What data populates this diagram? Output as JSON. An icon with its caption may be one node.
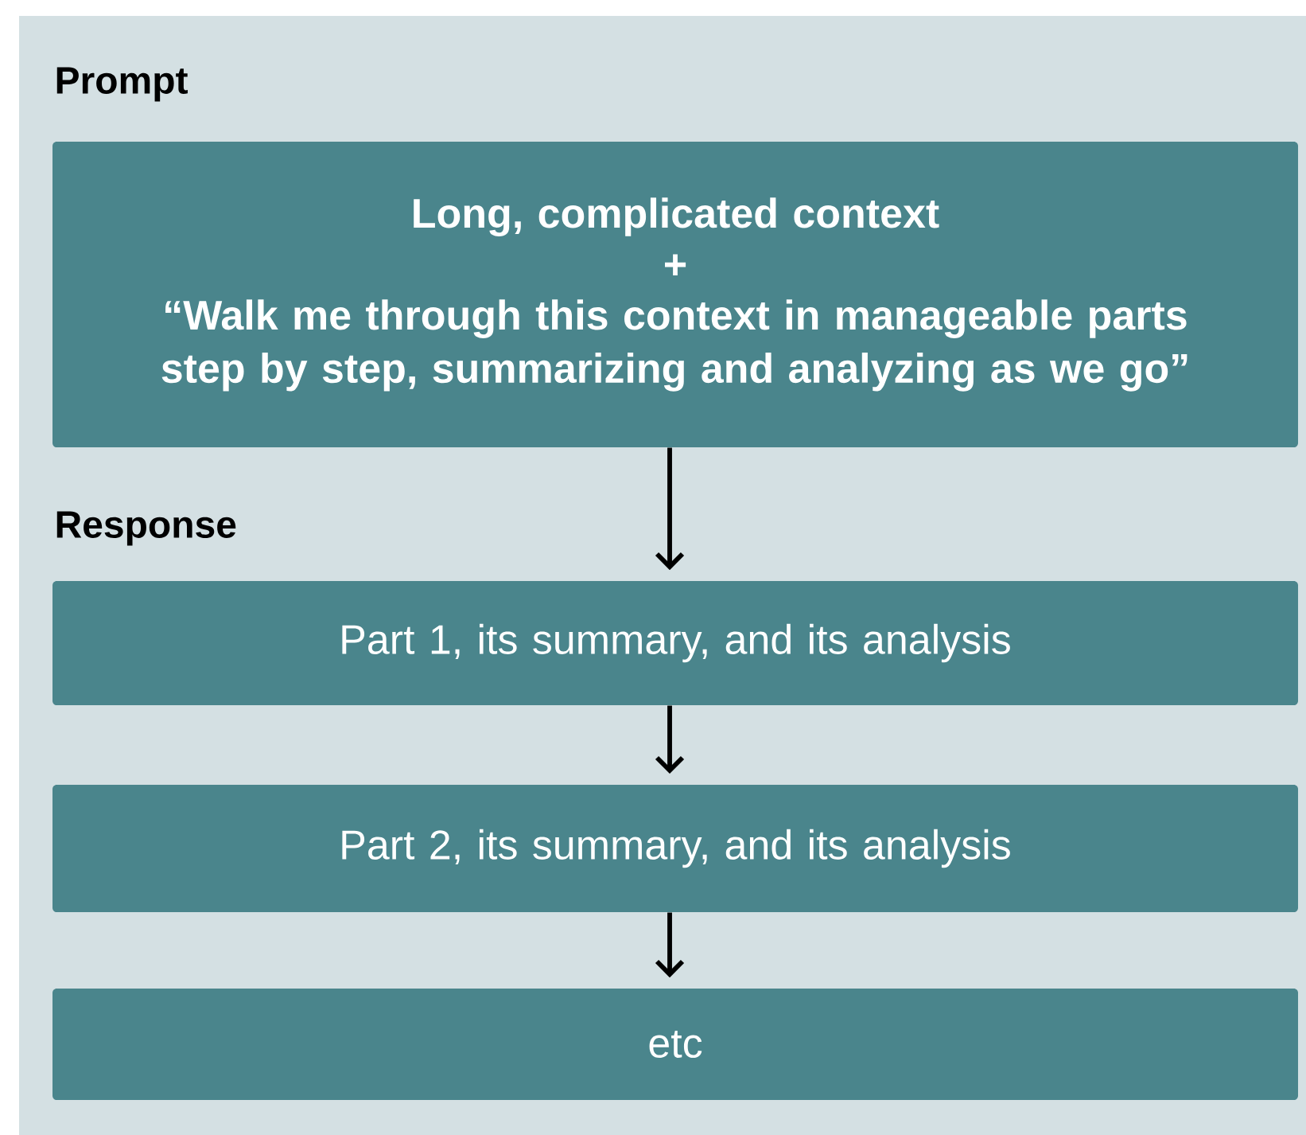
{
  "diagram": {
    "nodes": [
      {
        "text": [
          "Long, complicated context",
          "+",
          "“Walk me through this context in manageable parts step by step, summarizing and analyzing as we go”"
        ]
      },
      {
        "text": [
          "Part 1, its summary, and its analysis"
        ]
      },
      {
        "text": [
          "Part 2, its summary, and its analysis"
        ]
      },
      {
        "text": [
          "etc"
        ]
      }
    ],
    "edges": [
      {
        "from": 0,
        "to": 1,
        "arrow": "to"
      },
      {
        "from": 1,
        "to": 2,
        "arrow": "to"
      },
      {
        "from": 2,
        "to": 3,
        "arrow": "to"
      }
    ],
    "labels": [
      "Prompt",
      "Response"
    ]
  }
}
